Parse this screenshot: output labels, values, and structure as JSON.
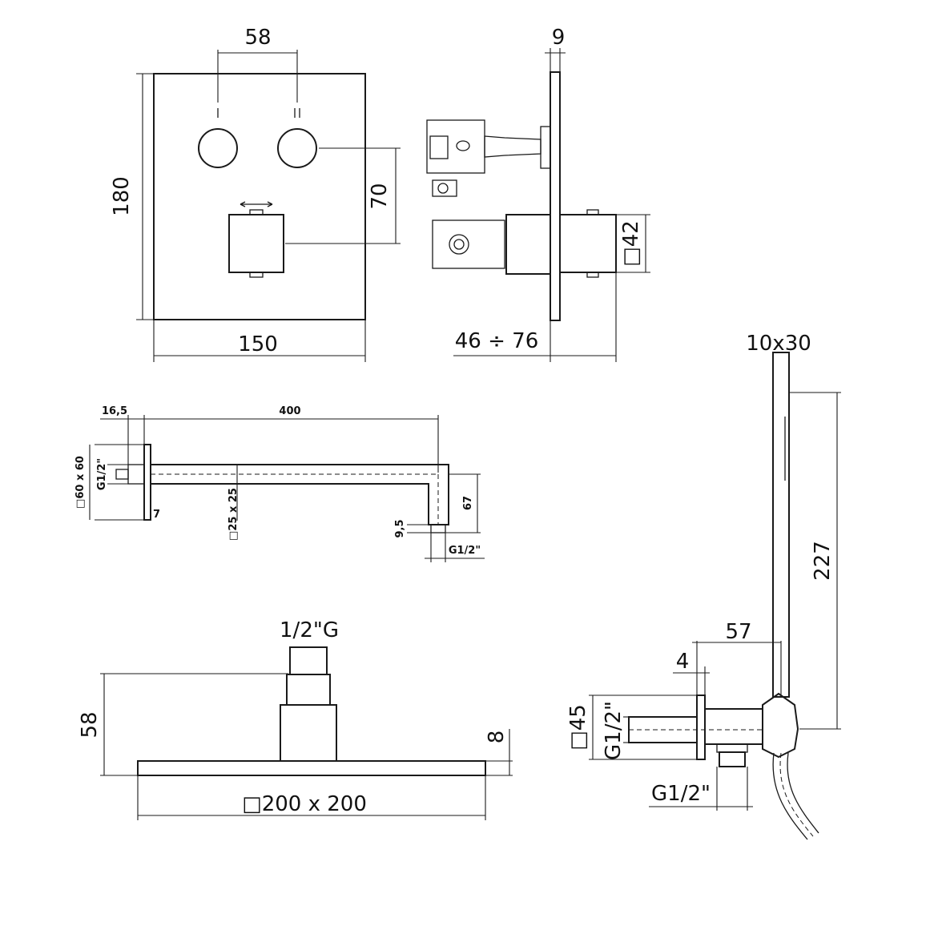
{
  "panel_view": {
    "dim_button_spacing": "58",
    "dim_height": "180",
    "dim_width": "150",
    "dim_button_to_cartridge": "70",
    "button_mark_1": "I",
    "button_mark_2": "II"
  },
  "side_view": {
    "dim_plate_thickness": "9",
    "dim_knob": "□42",
    "dim_depth_range": "46 ÷ 76"
  },
  "shower_arm": {
    "dim_offset": "16,5",
    "dim_length": "400",
    "dim_flange": "□60 x 60",
    "dim_inlet": "G1/2\"",
    "dim_flange_thickness": "7",
    "dim_arm_section": "□25 x 25",
    "dim_drop": "67",
    "dim_outlet_length": "9,5",
    "dim_outlet": "G1/2\""
  },
  "shower_head": {
    "dim_connection": "1/2\"G",
    "dim_height": "58",
    "dim_thickness": "8",
    "dim_size": "□200 x 200"
  },
  "hand_shower": {
    "dim_handle_section": "10x30",
    "dim_handle_length": "227",
    "dim_projection": "57",
    "dim_gap": "4",
    "dim_wall_plate": "□45",
    "dim_inlet_thread": "G1/2\"",
    "dim_outlet_thread": "G1/2\""
  }
}
